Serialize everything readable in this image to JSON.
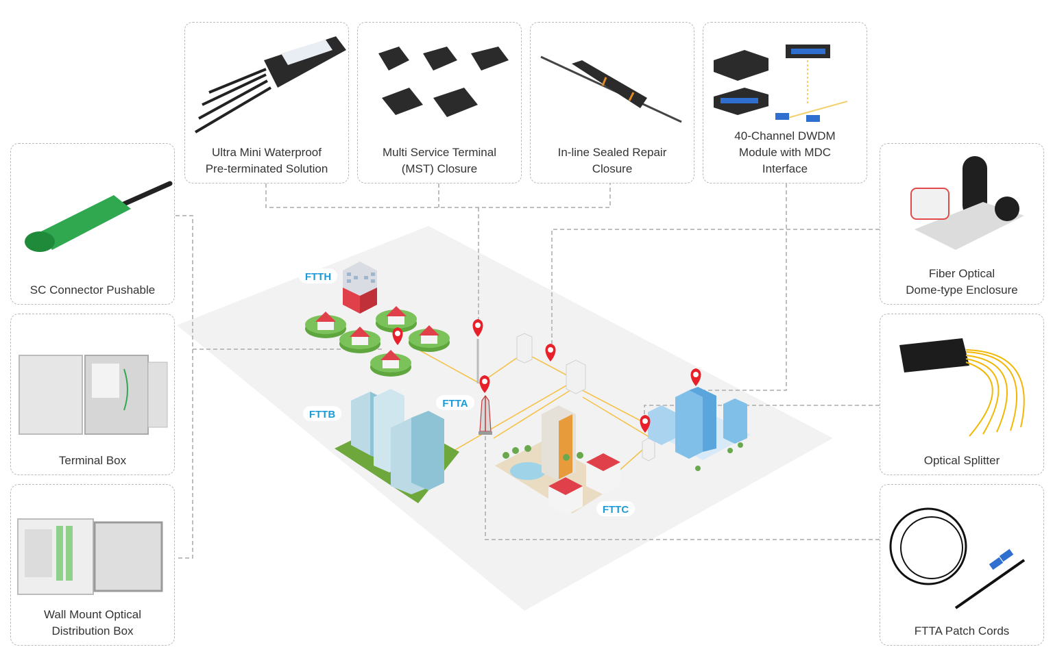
{
  "products": {
    "ultra_mini": "Ultra Mini Waterproof\nPre-terminated Solution",
    "mst": "Multi Service Terminal\n(MST) Closure",
    "inline": "In-line Sealed Repair\nClosure",
    "dwdm": "40-Channel DWDM\nModule with MDC\nInterface",
    "sc_connector": "SC Connector Pushable",
    "terminal_box": "Terminal Box",
    "wall_mount": "Wall Mount Optical\nDistribution Box",
    "dome": "Fiber Optical\nDome-type Enclosure",
    "splitter": "Optical Splitter",
    "ftta_cords": "FTTA Patch Cords"
  },
  "zones": {
    "ftth": "FTTH",
    "fttb": "FTTB",
    "ftta": "FTTA",
    "fttc": "FTTC"
  },
  "colors": {
    "tag_text": "#1a9bd7",
    "fiber_line": "#f5c24c",
    "pin": "#e8202a",
    "connector_green": "#2fa84f",
    "splitter_yellow": "#f2b705",
    "building_blue": "#7fbfe8",
    "house_red": "#e0404a",
    "grass": "#7cc25a"
  }
}
